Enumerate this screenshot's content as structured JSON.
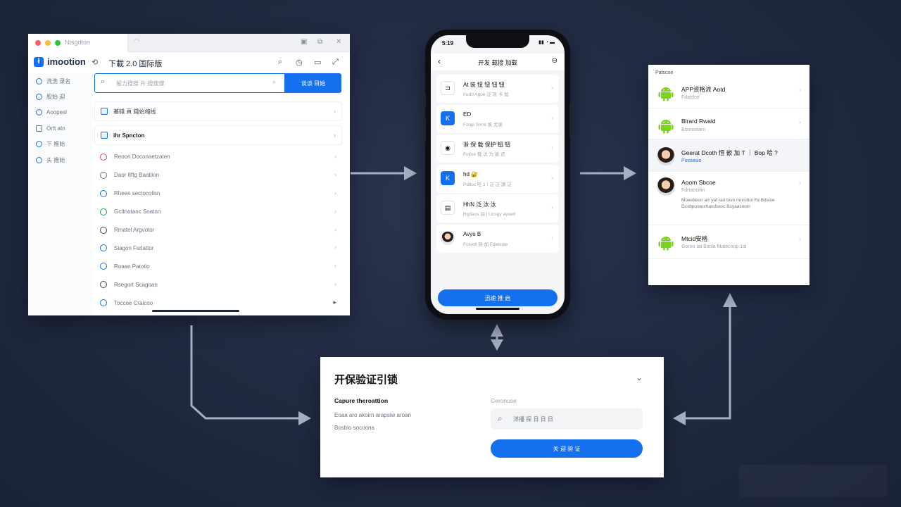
{
  "desktop": {
    "tab_title": "Ntsgdton",
    "brand": "imootion",
    "header_title": "下載 2.0 国际版",
    "search": {
      "placeholder": "留力搜搜 片 搜搜搜",
      "button": "谈谈 目始"
    },
    "rows": [
      {
        "label": "基錢 頁 錢始缩线",
        "bold": false
      },
      {
        "label": "ihr Spncton",
        "bold": true
      }
    ],
    "sidebar": [
      "洗洗 录名",
      "股始 迎",
      "Aoopesl",
      "Ortt atn",
      "下 推始",
      "头 推始"
    ],
    "list": [
      {
        "label": "Reoon Doconaetzaten",
        "color": "#e5484d"
      },
      {
        "label": "Daor 8ftg Baatiion",
        "color": "#6b7280"
      },
      {
        "label": "Rheen sectocolisn",
        "color": "#1570ef"
      },
      {
        "label": "Gcttnotanc Soatnn",
        "color": "#22a745"
      },
      {
        "label": "Rmatel Argvotor",
        "color": "#374151"
      },
      {
        "label": "Siagon Fsrlattor",
        "color": "#1570ef"
      },
      {
        "label": "Roaan Patotio",
        "color": "#1570ef"
      },
      {
        "label": "Rsegort Scagoan",
        "color": "#374151"
      },
      {
        "label": "Toccoe Craicoo",
        "color": "#1570ef"
      }
    ]
  },
  "phone": {
    "time": "5:19",
    "title": "开发 载接 加载",
    "items": [
      {
        "icon": "⊐",
        "style": "outline",
        "t1": "At 装 钮 钮 钮 钮",
        "t2": "Fudo Agoe 泛 讯 卡 加"
      },
      {
        "icon": "K",
        "style": "blue",
        "t1": "ED",
        "t2": "Fzopl Sirmt 诶 尤诶"
      },
      {
        "icon": "◉",
        "style": "outline",
        "t1": "浙 保 载 保护 钮 钮",
        "t2": "Fojtoe 载 汰 为 迷 迟"
      },
      {
        "icon": "K",
        "style": "blue",
        "t1": "hd 🔐",
        "t2": "Pdltoc 吃 1 ! 泛 泛 源 泛"
      },
      {
        "icon": "▤",
        "style": "outline",
        "t1": "HhN 泛 汰 汰",
        "t2": "Rgdaos 泊 | Ltcsgy ayoetr"
      },
      {
        "icon": "",
        "style": "avatar",
        "t1": "Avyu B",
        "t2": "Fctootl 铭 加 Fdetoole"
      }
    ],
    "cta": "迅速 推 启"
  },
  "right": {
    "header": "Patscoe",
    "items": [
      {
        "icon": "android",
        "t1": "APP资格流 Aotd",
        "t2": "Fdatdoe",
        "t2_color": "gray"
      },
      {
        "icon": "android",
        "t1": "Blrard Rwald",
        "t2": "Bsorootarn",
        "t2_color": "gray"
      },
      {
        "icon": "avatar",
        "t1": "Geerat Dcoth 恒 嵌 加 T ｜ Bop 哈 ?",
        "t2": "Possesio",
        "t2_color": "blue"
      },
      {
        "icon": "avatar",
        "t1": "Aoom Sbcoe",
        "t2": "Fdrtaosiftn",
        "desc": "Moeetteon arr yaf rad tovo mnrottol Fa Bdsloe Dcsbpuoeurfuesfsesc Bsyaasooin"
      },
      {
        "icon": "android",
        "t1": "Mtcid安格",
        "t2": "Goroo tat Bsola Matecnop 1st"
      }
    ]
  },
  "bottom": {
    "title": "开保验证引锁",
    "subtitle": "Capure theroattion",
    "line1": "Eoaa aro akoirn arapsiw aroan",
    "line2": "Bosbio socoona",
    "right_label": "Ceronuse",
    "input_placeholder": "洋播 探 日 日 日",
    "button": "关 迎 验 证"
  },
  "colors": {
    "accent": "#1570ef",
    "android_green": "#7ed321"
  }
}
